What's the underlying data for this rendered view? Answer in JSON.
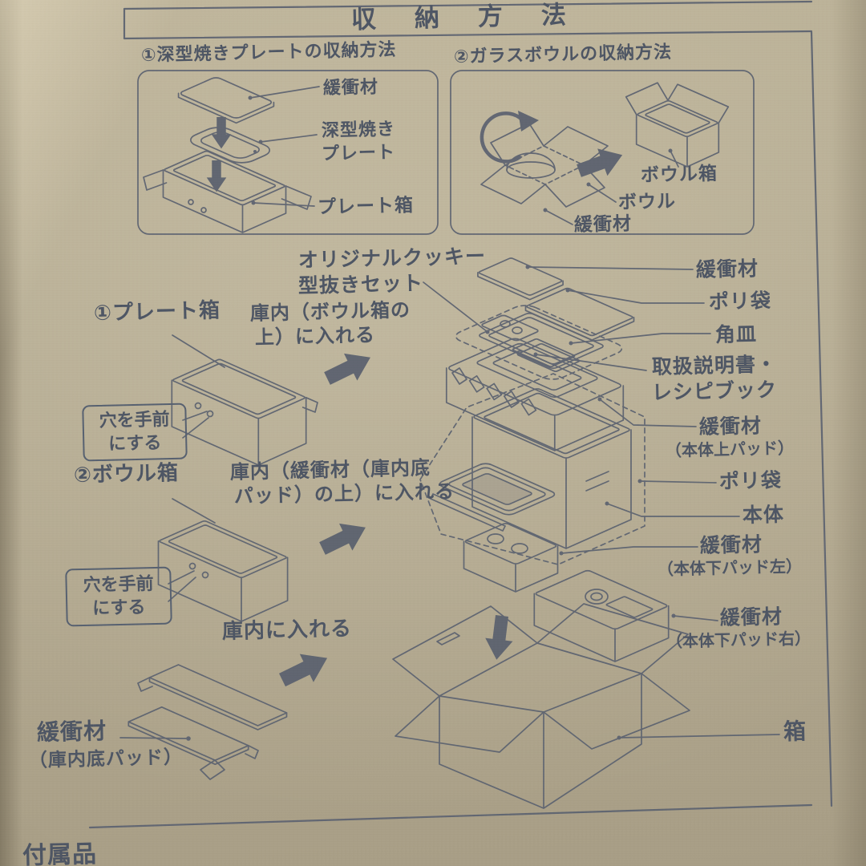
{
  "colors": {
    "ink": "#57606e",
    "cardboard": "#b5ab92"
  },
  "title": "収納方法",
  "panel_plate": {
    "heading": "①深型焼きプレートの収納方法",
    "label_cushion": "緩衝材",
    "label_plate_1": "深型焼き",
    "label_plate_2": "プレート",
    "label_box": "プレート箱"
  },
  "panel_bowl": {
    "heading": "②ガラスボウルの収納方法",
    "label_bowl_box": "ボウル箱",
    "label_bowl": "ボウル",
    "label_cushion": "緩衝材"
  },
  "steps": {
    "cookie_set_1": "オリジナルクッキー",
    "cookie_set_2": "型抜きセット",
    "step1_name": "①プレート箱",
    "step1_note_1": "庫内（ボウル箱の",
    "step1_note_2": "上）に入れる",
    "hole_callout_1": "穴を手前",
    "hole_callout_2": "にする",
    "step2_name": "②ボウル箱",
    "step2_note_1": "庫内（緩衝材（庫内底",
    "step2_note_2": "パッド）の上）に入れる",
    "step3_note": "庫内に入れる",
    "bottom_pad_1": "緩衝材",
    "bottom_pad_2": "（庫内底パッド）"
  },
  "parts": {
    "cushion_top": "緩衝材",
    "poly_bag_top": "ポリ袋",
    "square_tray": "角皿",
    "manual_1": "取扱説明書・",
    "manual_2": "レシピブック",
    "cushion_upper": "緩衝材",
    "cushion_upper_sub": "（本体上パッド）",
    "poly_bag": "ポリ袋",
    "main_body": "本体",
    "cushion_lower_left": "緩衝材",
    "cushion_lower_left_sub": "（本体下パッド左）",
    "cushion_lower_right": "緩衝材",
    "cushion_lower_right_sub": "（本体下パッド右）",
    "outer_box": "箱"
  },
  "footer": {
    "partial_text": "付属品"
  }
}
